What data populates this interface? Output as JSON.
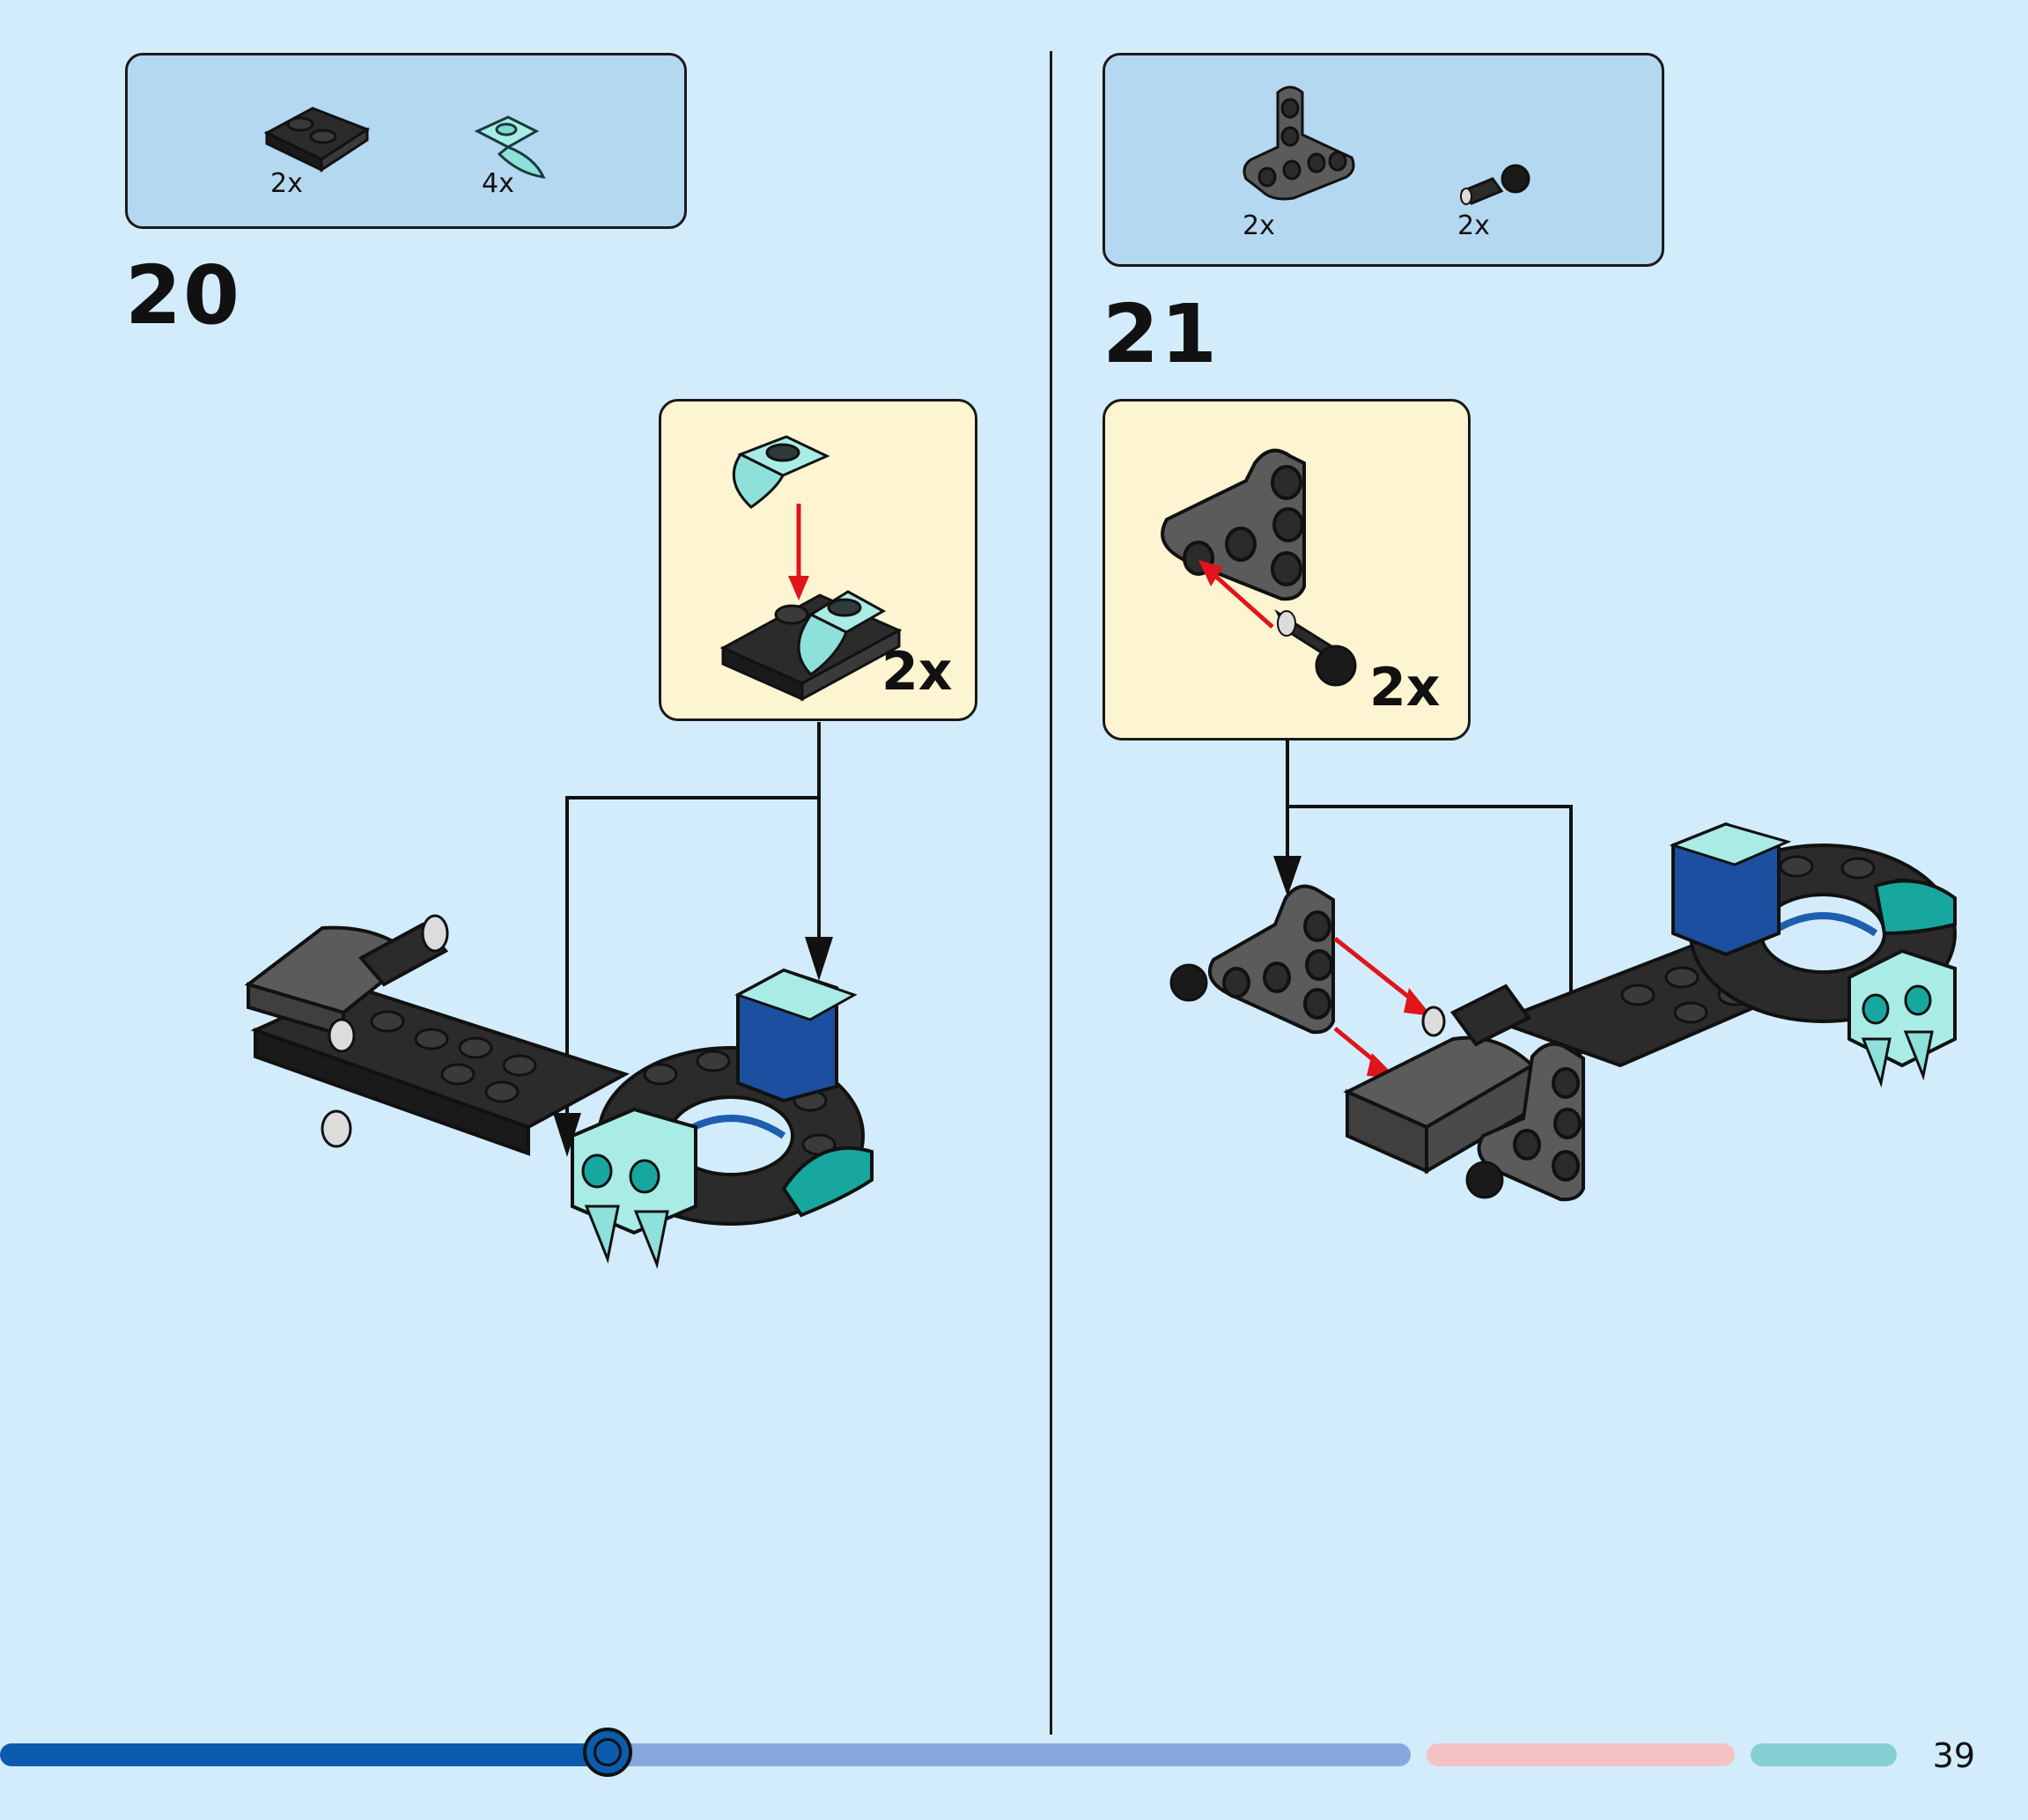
{
  "step20": {
    "number": "20",
    "parts": [
      {
        "name": "black-plate-2x2-corner",
        "qty": "2x"
      },
      {
        "name": "trans-light-blue-curved-slope",
        "qty": "4x"
      }
    ],
    "callout_qty": "2x"
  },
  "step21": {
    "number": "21",
    "parts": [
      {
        "name": "dark-gray-t-beam",
        "qty": "2x"
      },
      {
        "name": "black-ball-joint-pin",
        "qty": "2x"
      }
    ],
    "callout_qty": "2x"
  },
  "progress": {
    "fraction": 0.3,
    "colors": {
      "done": "#0b5cad",
      "remaining": "#87a8dc",
      "pink": "#f5c2c3",
      "teal": "#86cfd4"
    }
  },
  "page_number": "39",
  "colors": {
    "background": "#d3ecfc",
    "parts_box": "#b5d8f1",
    "callout": "#fdf5d2",
    "arrow_red": "#e0141b"
  }
}
